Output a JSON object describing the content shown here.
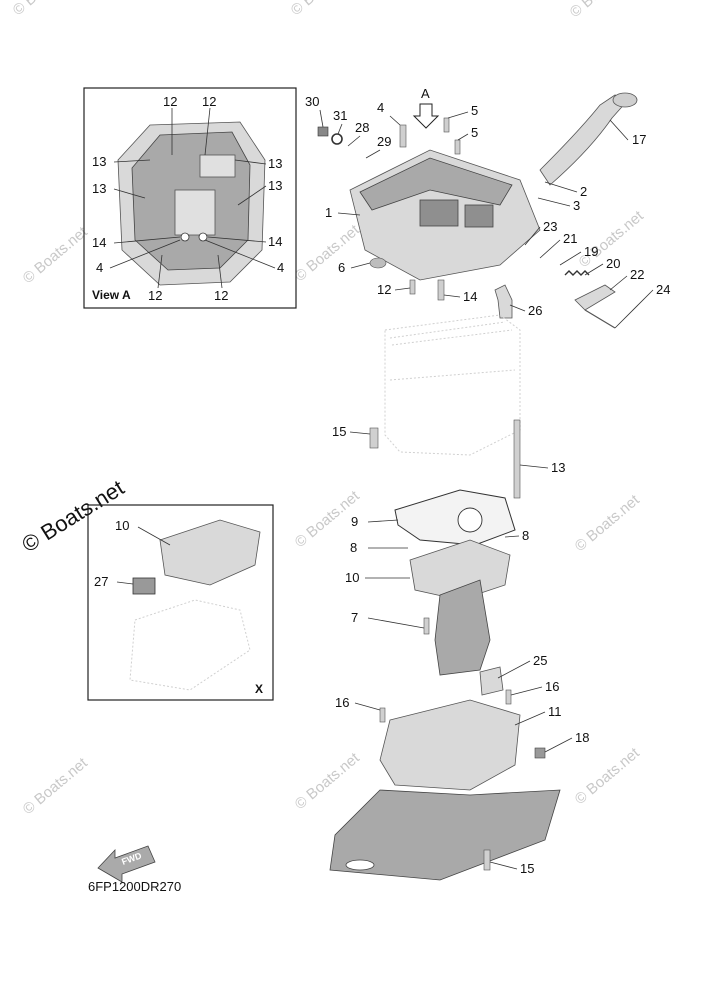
{
  "watermark": "© Boats.net",
  "diagram_code": "6FP1200DR270",
  "view_a": {
    "title": "View A",
    "labels": [
      "12",
      "12",
      "13",
      "13",
      "13",
      "13",
      "14",
      "14",
      "4",
      "4",
      "12",
      "12"
    ]
  },
  "inset_x": {
    "title": "X",
    "labels": [
      "10",
      "27"
    ]
  },
  "direction_marker": {
    "letter": "A",
    "arrow_text": "FWD"
  },
  "callouts": [
    "30",
    "31",
    "28",
    "4",
    "5",
    "5",
    "29",
    "17",
    "2",
    "3",
    "1",
    "23",
    "21",
    "19",
    "6",
    "20",
    "22",
    "24",
    "12",
    "14",
    "26",
    "15",
    "13",
    "9",
    "8",
    "8",
    "10",
    "7",
    "25",
    "16",
    "16",
    "11",
    "18",
    "15"
  ]
}
